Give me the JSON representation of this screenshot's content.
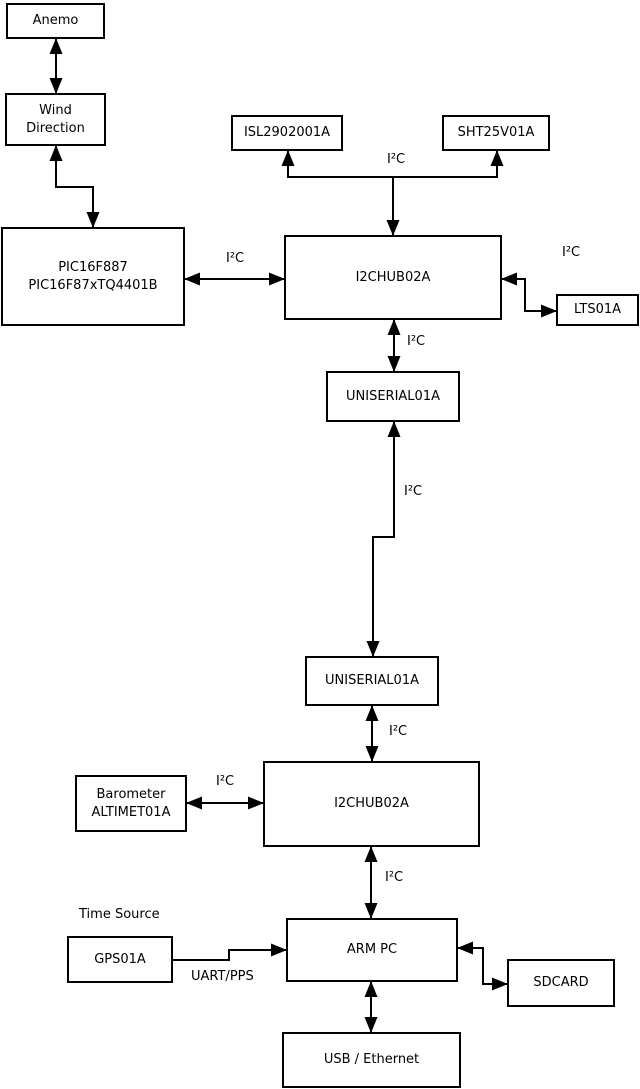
{
  "diagram": {
    "nodes": {
      "anemo": {
        "label": "Anemo"
      },
      "wind_direction": {
        "line1": "Wind",
        "line2": "Direction"
      },
      "pic": {
        "line1": "PIC16F887",
        "line2": "PIC16F87xTQ4401B"
      },
      "isl": {
        "label": "ISL2902001A"
      },
      "sht": {
        "label": "SHT25V01A"
      },
      "i2chub_top": {
        "label": "I2CHUB02A"
      },
      "lts": {
        "label": "LTS01A"
      },
      "uniserial_top": {
        "label": "UNISERIAL01A"
      },
      "uniserial_bottom": {
        "label": "UNISERIAL01A"
      },
      "i2chub_bottom": {
        "label": "I2CHUB02A"
      },
      "barometer": {
        "line1": "Barometer",
        "line2": "ALTIMET01A"
      },
      "arm_pc": {
        "label": "ARM PC"
      },
      "gps": {
        "label": "GPS01A"
      },
      "sdcard": {
        "label": "SDCARD"
      },
      "usb_ethernet": {
        "label": "USB / Ethernet"
      }
    },
    "edge_labels": {
      "i2c": "I²C",
      "uart_pps": "UART/PPS",
      "time_source": "Time Source"
    },
    "colors": {
      "line": "#000000",
      "background": "#ffffff",
      "box_fill": "#ffffff"
    }
  }
}
